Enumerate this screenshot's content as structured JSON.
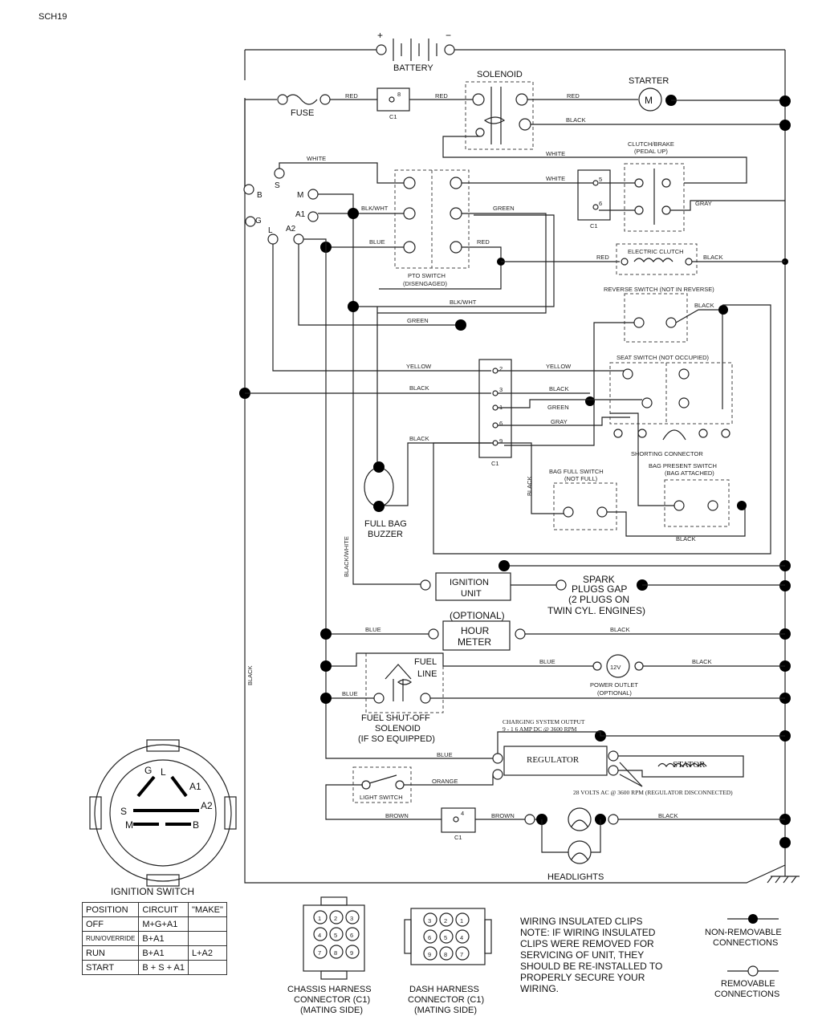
{
  "page_code": "SCH19",
  "components": {
    "battery": "BATTERY",
    "battery_plus": "+",
    "battery_minus": "−",
    "solenoid": "SOLENOID",
    "starter": "STARTER",
    "starter_motor": "M",
    "fuse": "FUSE",
    "clutch_brake": [
      "CLUTCH/BRAKE",
      "(PEDAL UP)"
    ],
    "pto_switch": [
      "PTO SWITCH",
      "(DISENGAGED)"
    ],
    "electric_clutch": "ELECTRIC CLUTCH",
    "reverse_switch": "REVERSE SWITCH (NOT IN REVERSE)",
    "seat_switch": "SEAT SWITCH (NOT OCCUPIED)",
    "shorting_connector": "SHORTING CONNECTOR",
    "bag_full_switch": [
      "BAG FULL SWITCH",
      "(NOT FULL)"
    ],
    "bag_present_switch": [
      "BAG PRESENT SWITCH",
      "(BAG ATTACHED)"
    ],
    "full_bag_buzzer": [
      "FULL BAG",
      "BUZZER"
    ],
    "ignition_unit": [
      "IGNITION",
      "UNIT"
    ],
    "spark_plugs": [
      "SPARK",
      "PLUGS GAP",
      "(2 PLUGS ON",
      "TWIN CYL. ENGINES)"
    ],
    "hour_meter": [
      "(OPTIONAL)",
      "HOUR",
      "METER"
    ],
    "fuel_line": [
      "FUEL",
      "LINE"
    ],
    "power_outlet": [
      "POWER OUTLET",
      "(OPTIONAL)"
    ],
    "power_outlet_symbol": "12V",
    "fuel_solenoid": [
      "FUEL SHUT-OFF",
      "SOLENOID",
      "(IF SO EQUIPPED)"
    ],
    "charging_output": [
      "CHARGING SYSTEM OUTPUT",
      "9 - 1 6 AMP DC @ 3600 RPM"
    ],
    "regulator": "REGULATOR",
    "stator": "STATOR",
    "stator_note": "28 VOLTS AC @ 3600 RPM (REGULATOR DISCONNECTED)",
    "light_switch": "LIGHT SWITCH",
    "headlights": "HEADLIGHTS",
    "connector_c1": "C1",
    "ground_label": ""
  },
  "terminals": {
    "ign": [
      "B",
      "S",
      "M",
      "A1",
      "A2",
      "L",
      "G"
    ],
    "c1_fuse": "8",
    "c1_clutch": [
      "5",
      "6"
    ],
    "c1_main": [
      "2",
      "3",
      "1",
      "6",
      "9"
    ],
    "c1_light": "4"
  },
  "wires": {
    "red": "RED",
    "black": "BLACK",
    "white": "WHITE",
    "green": "GREEN",
    "gray": "GRAY",
    "blue": "BLUE",
    "yellow": "YELLOW",
    "blkwht": "BLK/WHT",
    "black_white": "BLACK/WHITE",
    "orange": "ORANGE",
    "brown": "BROWN"
  },
  "ignition_switch": {
    "title": "IGNITION SWITCH",
    "letters": [
      "G",
      "L",
      "A1",
      "A2",
      "S",
      "M",
      "B"
    ],
    "table_header": [
      "POSITION",
      "CIRCUIT",
      "\"MAKE\""
    ],
    "rows": [
      {
        "position": "OFF",
        "circuit": "M+G+A1",
        "make": ""
      },
      {
        "position": "RUN/OVERRIDE",
        "circuit": "B+A1",
        "make": ""
      },
      {
        "position": "RUN",
        "circuit": "B+A1",
        "make": "L+A2"
      },
      {
        "position": "START",
        "circuit": "B + S + A1",
        "make": ""
      }
    ]
  },
  "harness": {
    "chassis": [
      "CHASSIS HARNESS",
      "CONNECTOR (C1)",
      "(MATING SIDE)"
    ],
    "chassis_pins": [
      "1",
      "2",
      "3",
      "4",
      "5",
      "6",
      "7",
      "8",
      "9"
    ],
    "dash": [
      "DASH HARNESS",
      "CONNECTOR (C1)",
      "(MATING SIDE)"
    ],
    "dash_pins": [
      "3",
      "2",
      "1",
      "6",
      "5",
      "4",
      "9",
      "8",
      "7"
    ]
  },
  "notes": {
    "clips": [
      "WIRING INSULATED CLIPS",
      "NOTE: IF WIRING INSULATED",
      "CLIPS WERE REMOVED FOR",
      "SERVICING OF UNIT, THEY",
      "SHOULD BE RE-INSTALLED TO",
      "PROPERLY SECURE YOUR",
      "WIRING."
    ],
    "legend_non_removable": [
      "NON-REMOVABLE",
      "CONNECTIONS"
    ],
    "legend_removable": [
      "REMOVABLE",
      "CONNECTIONS"
    ]
  }
}
